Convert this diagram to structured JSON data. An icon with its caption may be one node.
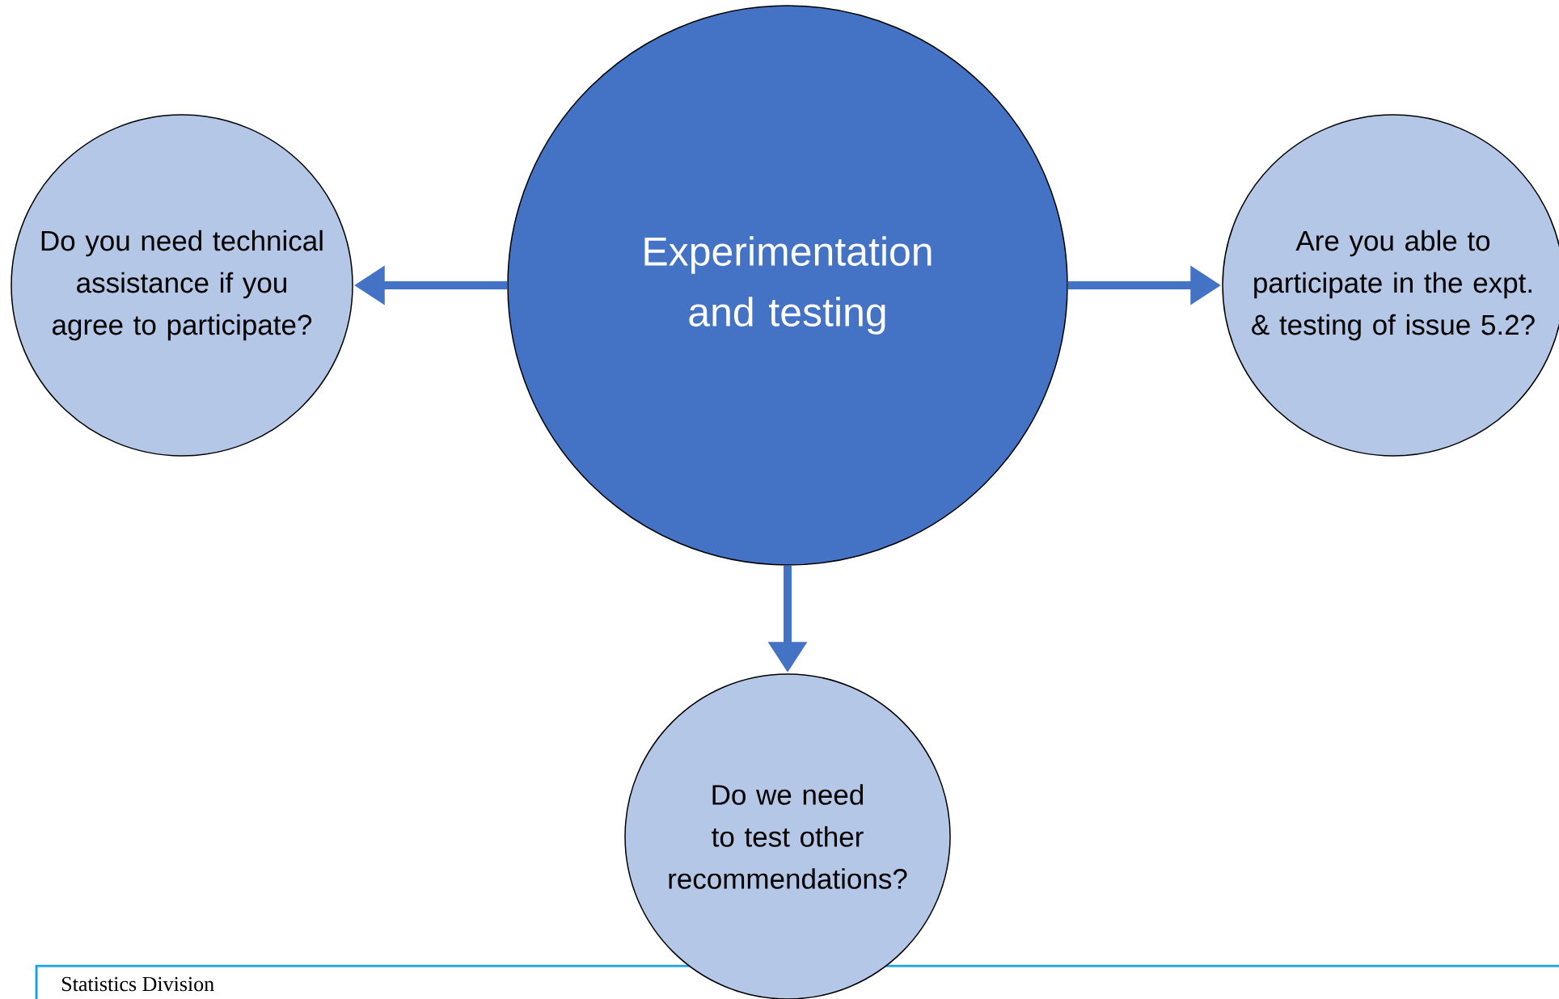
{
  "diagram": {
    "nodes": [
      {
        "text": [
          "Experimentation and testing"
        ]
      },
      {
        "text": [
          "Do you need technical assistance if you agree to participate?"
        ]
      },
      {
        "text": [
          "Are you able to participate in the expt. & testing of issue 5.2?"
        ]
      },
      {
        "text": [
          "Do we need to test other recommendations?"
        ]
      }
    ],
    "edges": [
      {
        "from": 0,
        "to": 1,
        "arrow": "to"
      },
      {
        "from": 0,
        "to": 2,
        "arrow": "to"
      },
      {
        "from": 0,
        "to": 3,
        "arrow": "to"
      }
    ],
    "labels": [
      "Statistics Division"
    ]
  }
}
